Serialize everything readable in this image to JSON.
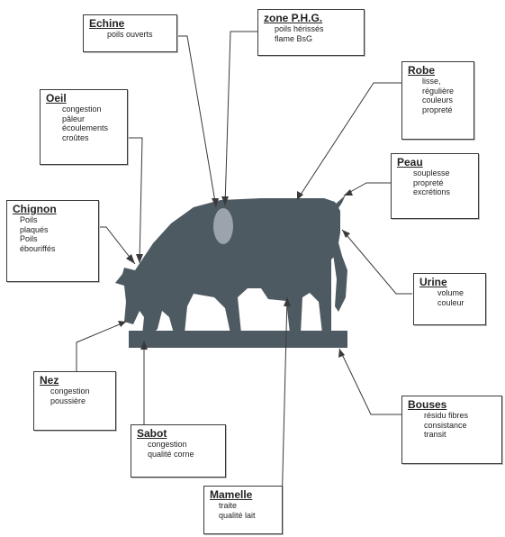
{
  "background": "#ffffff",
  "silhouette_color": "#4e5a62",
  "marker_color": "#9aa4aa",
  "boxes": {
    "echine": {
      "title": "Echine",
      "items": [
        "poils ouverts"
      ]
    },
    "zone_phg": {
      "title": "zone P.H.G.",
      "items": [
        "poils hérissés",
        "flame BsG"
      ]
    },
    "robe": {
      "title": "Robe",
      "items": [
        "lisse,",
        "régulière",
        "couleurs",
        "propreté"
      ]
    },
    "oeil": {
      "title": "Oeil",
      "items": [
        "congestion",
        "pâleur",
        "écoulements",
        "croûtes"
      ]
    },
    "peau": {
      "title": "Peau",
      "items": [
        "souplesse",
        "propreté",
        "excrétions"
      ]
    },
    "chignon": {
      "title": "Chignon",
      "items": [
        "Poils",
        "plaqués",
        "Poils",
        "ébouriffés"
      ]
    },
    "urine": {
      "title": "Urine",
      "items": [
        "volume",
        "couleur"
      ]
    },
    "nez": {
      "title": "Nez",
      "items": [
        "congestion",
        "poussière"
      ]
    },
    "bouses": {
      "title": "Bouses",
      "items": [
        "résidu fibres",
        "consistance",
        "transit"
      ]
    },
    "sabot": {
      "title": "Sabot",
      "items": [
        "congestion",
        "qualité corne"
      ]
    },
    "mamelle": {
      "title": "Mamelle",
      "items": [
        "traite",
        "qualité lait"
      ]
    }
  }
}
